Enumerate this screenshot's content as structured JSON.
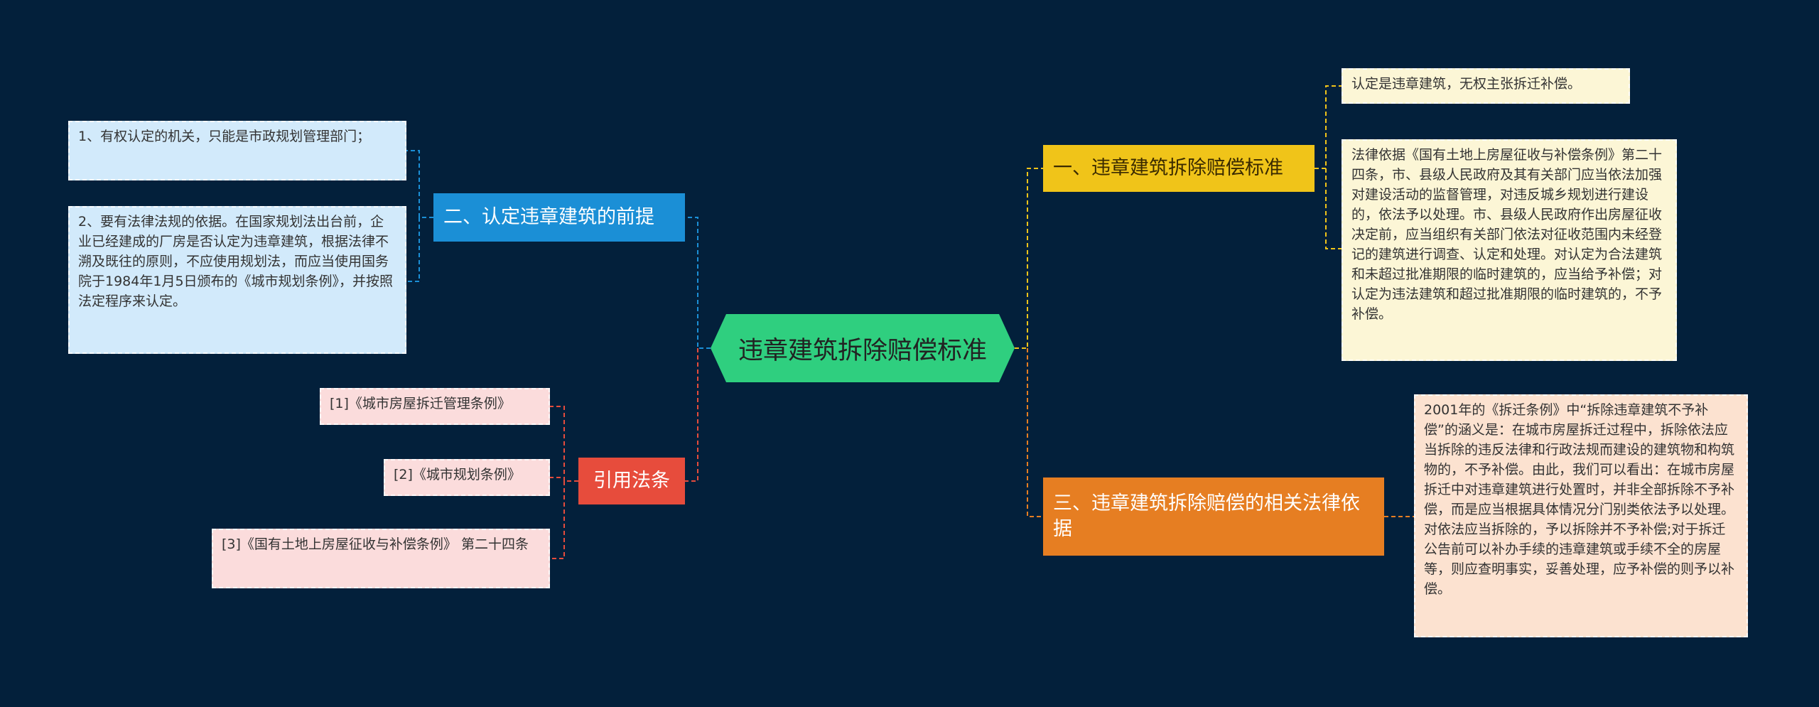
{
  "root": {
    "label": "违章建筑拆除赔偿标准"
  },
  "branches": [
    {
      "label": "一、违章建筑拆除赔偿标准",
      "children": [
        "认定是违章建筑，无权主张拆迁补偿。",
        "法律依据《国有土地上房屋征收与补偿条例》第二十四条，市、县级人民政府及其有关部门应当依法加强对建设活动的监督管理，对违反城乡规划进行建设的，依法予以处理。市、县级人民政府作出房屋征收决定前，应当组织有关部门依法对征收范围内未经登记的建筑进行调查、认定和处理。对认定为合法建筑和未超过批准期限的临时建筑的，应当给予补偿；对认定为违法建筑和超过批准期限的临时建筑的，不予补偿。"
      ]
    },
    {
      "label": "三、违章建筑拆除赔偿的相关法律依据",
      "children": [
        "2001年的《拆迁条例》中“拆除违章建筑不予补偿”的涵义是：在城市房屋拆迁过程中，拆除依法应当拆除的违反法律和行政法规而建设的建筑物和构筑物的，不予补偿。由此，我们可以看出：在城市房屋拆迁中对违章建筑进行处置时，并非全部拆除不予补偿，而是应当根据具体情况分门别类依法予以处理。对依法应当拆除的，予以拆除并不予补偿;对于拆迁公告前可以补办手续的违章建筑或手续不全的房屋等，则应查明事实，妥善处理，应予补偿的则予以补偿。"
      ]
    },
    {
      "label": "二、认定违章建筑的前提",
      "children": [
        "1、有权认定的机关，只能是市政规划管理部门；",
        "2、要有法律法规的依据。在国家规划法出台前，企业已经建成的厂房是否认定为违章建筑，根据法律不溯及既往的原则，不应使用规划法，而应当使用国务院于1984年1月5日颁布的《城市规划条例》，并按照法定程序来认定。"
      ]
    },
    {
      "label": "引用法条",
      "children": [
        "[1]《城市房屋拆迁管理条例》",
        "[2]《城市规划条例》",
        "[3]《国有土地上房屋征收与补偿条例》 第二十四条"
      ]
    }
  ],
  "colors": {
    "background": "#03203b",
    "root": "#2fcf7f",
    "branch_1": "#f0c419",
    "branch_3": "#e67e22",
    "branch_2": "#1b8fd6",
    "branch_cite": "#e74c3c",
    "leaf_blue": "#d2eafb",
    "leaf_yellow": "#fcf6d6",
    "leaf_pink": "#fbdcdc",
    "leaf_peach": "#fce2d0"
  }
}
